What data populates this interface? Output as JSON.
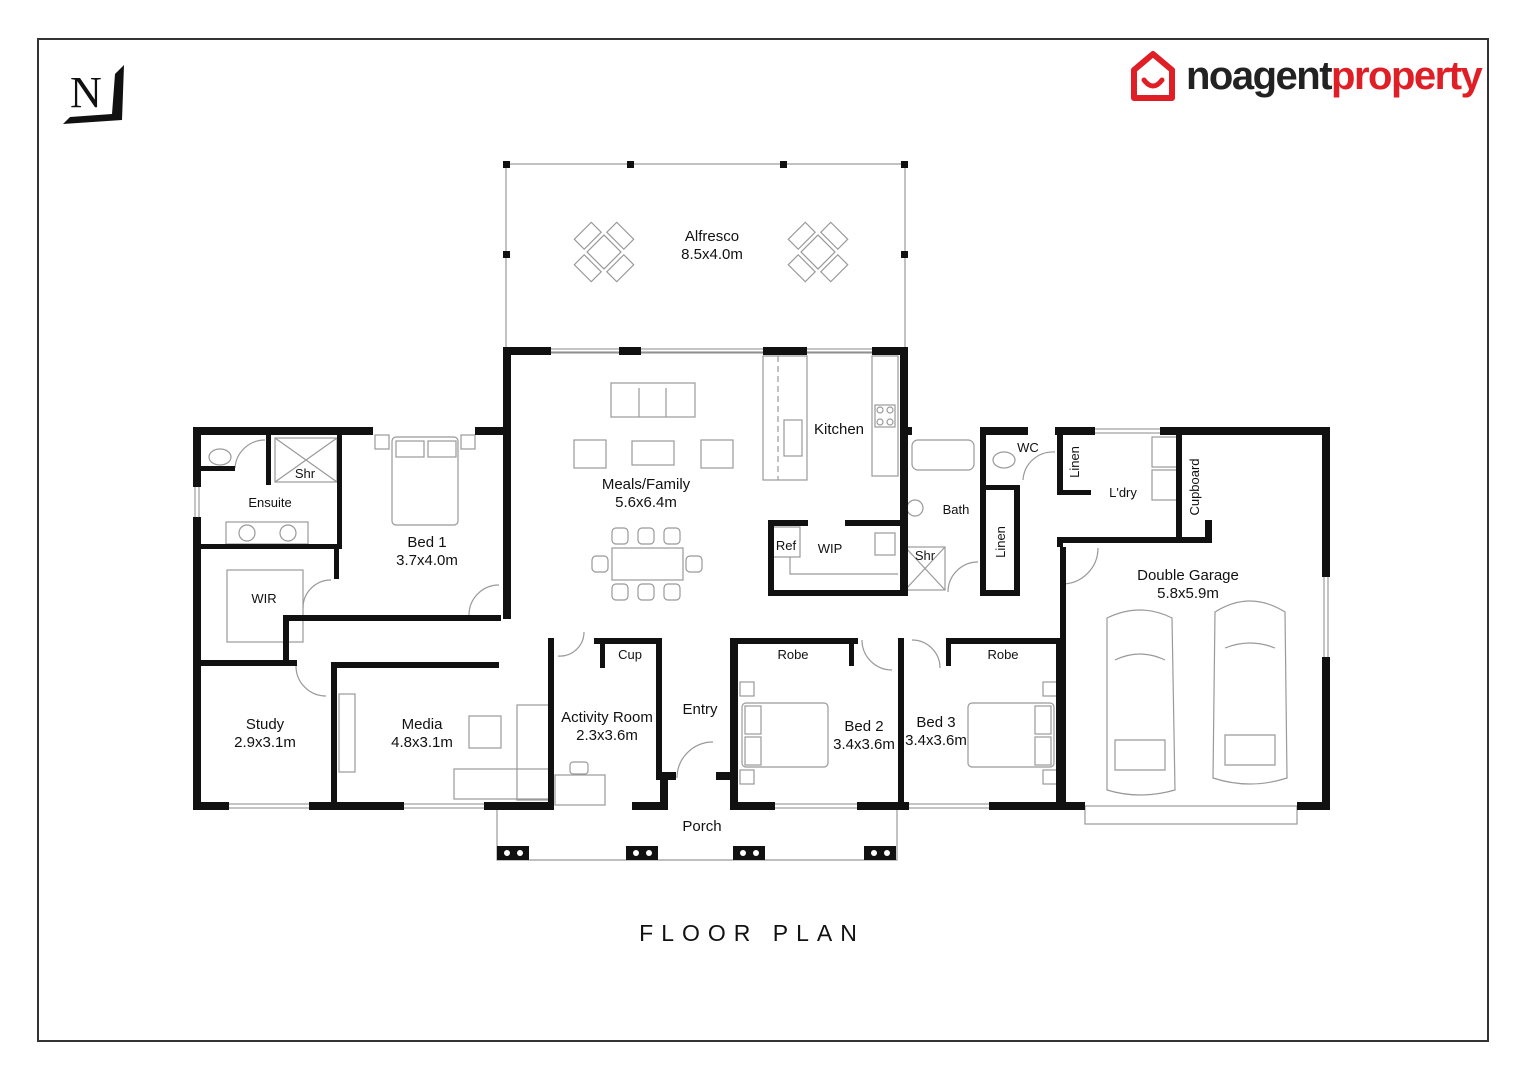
{
  "page": {
    "title": "FLOOR PLAN"
  },
  "branding": {
    "left_logo": {
      "icon": "nj-monogram-logo",
      "text": "NJ"
    },
    "right_logo": {
      "icon": "house-smile-icon",
      "word_dark": "noagent",
      "word_red": "property",
      "red_color": "#e01e26",
      "dark_color": "#222222"
    }
  },
  "rooms": {
    "alfresco": {
      "name": "Alfresco",
      "size": "8.5x4.0m"
    },
    "meals_family": {
      "name": "Meals/Family",
      "size": "5.6x6.4m"
    },
    "kitchen": {
      "name": "Kitchen"
    },
    "wip": {
      "name": "WIP"
    },
    "ref": {
      "name": "Ref"
    },
    "ensuite": {
      "name": "Ensuite"
    },
    "ensuite_shower": {
      "name": "Shr"
    },
    "bed1": {
      "name": "Bed 1",
      "size": "3.7x4.0m"
    },
    "wir": {
      "name": "WIR"
    },
    "study": {
      "name": "Study",
      "size": "2.9x3.1m"
    },
    "media": {
      "name": "Media",
      "size": "4.8x3.1m"
    },
    "activity": {
      "name": "Activity Room",
      "size": "2.3x3.6m"
    },
    "cup": {
      "name": "Cup"
    },
    "entry": {
      "name": "Entry"
    },
    "porch": {
      "name": "Porch"
    },
    "bed2": {
      "name": "Bed 2",
      "size": "3.4x3.6m"
    },
    "bed2_robe": {
      "name": "Robe"
    },
    "bed3": {
      "name": "Bed 3",
      "size": "3.4x3.6m"
    },
    "bed3_robe": {
      "name": "Robe"
    },
    "bath": {
      "name": "Bath"
    },
    "bath_shower": {
      "name": "Shr"
    },
    "wc": {
      "name": "WC"
    },
    "linen1": {
      "name": "Linen"
    },
    "linen2": {
      "name": "Linen"
    },
    "laundry": {
      "name": "L'dry"
    },
    "cupboard": {
      "name": "Cupboard"
    },
    "garage": {
      "name": "Double Garage",
      "size": "5.8x5.9m"
    }
  }
}
